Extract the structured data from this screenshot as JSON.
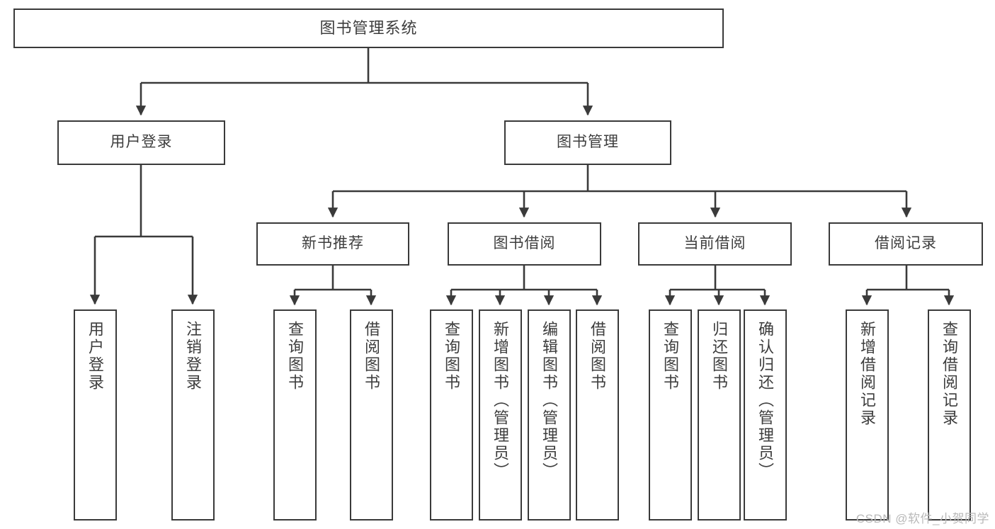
{
  "diagram": {
    "type": "tree",
    "title": "图书管理系统",
    "style": {
      "border_color": "#3a3a3a",
      "text_color": "#3d3d3d",
      "background": "#ffffff",
      "watermark_color": "#b9b9b9"
    },
    "levels": {
      "root": {
        "label": "图书管理系统"
      },
      "level2": [
        {
          "id": "user-login",
          "label": "用户登录"
        },
        {
          "id": "book-management",
          "label": "图书管理"
        }
      ],
      "level3": [
        {
          "id": "new-book-recommend",
          "label": "新书推荐",
          "parent": "book-management"
        },
        {
          "id": "book-borrow",
          "label": "图书借阅",
          "parent": "book-management"
        },
        {
          "id": "current-borrow",
          "label": "当前借阅",
          "parent": "book-management"
        },
        {
          "id": "borrow-record",
          "label": "借阅记录",
          "parent": "book-management"
        }
      ],
      "leaves": [
        {
          "id": "leaf-user-login",
          "label": "用户登录",
          "parent": "user-login"
        },
        {
          "id": "leaf-logout-login",
          "label": "注销登录",
          "parent": "user-login"
        },
        {
          "id": "leaf-query-book-1",
          "label": "查询图书",
          "parent": "new-book-recommend"
        },
        {
          "id": "leaf-borrow-book-1",
          "label": "借阅图书",
          "parent": "new-book-recommend"
        },
        {
          "id": "leaf-query-book-2",
          "label": "查询图书",
          "parent": "book-borrow"
        },
        {
          "id": "leaf-add-book",
          "label": "新增图书（管理员）",
          "parent": "book-borrow"
        },
        {
          "id": "leaf-edit-book",
          "label": "编辑图书（管理员）",
          "parent": "book-borrow"
        },
        {
          "id": "leaf-borrow-book-2",
          "label": "借阅图书",
          "parent": "book-borrow"
        },
        {
          "id": "leaf-query-book-3",
          "label": "查询图书",
          "parent": "current-borrow"
        },
        {
          "id": "leaf-return-book",
          "label": "归还图书",
          "parent": "current-borrow"
        },
        {
          "id": "leaf-confirm-return",
          "label": "确认归还（管理员）",
          "parent": "current-borrow"
        },
        {
          "id": "leaf-add-record",
          "label": "新增借阅记录",
          "parent": "borrow-record"
        },
        {
          "id": "leaf-query-record",
          "label": "查询借阅记录",
          "parent": "borrow-record"
        }
      ]
    },
    "watermark": "CSDN @软件_小贺同学"
  }
}
